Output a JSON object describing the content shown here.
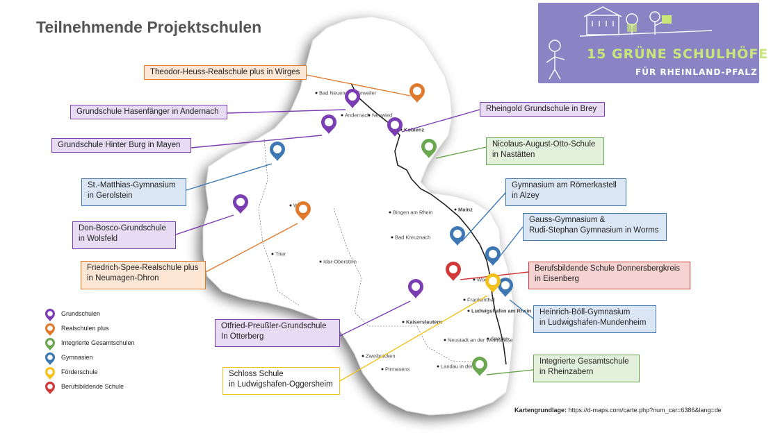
{
  "title": "Teilnehmende Projektschulen",
  "logo": {
    "line1": "15 GRÜNE SCHULHÖFE",
    "line2": "FÜR RHEINLAND-PFALZ"
  },
  "colors": {
    "Grundschule": "#7b3db3",
    "Realschule plus": "#e07b2e",
    "Integrierte Gesamtschule": "#6aa84f",
    "Gymnasium": "#3d78b5",
    "Förderschule": "#f2c21b",
    "Berufsbildende Schule": "#d23a3a"
  },
  "schools": [
    {
      "name": "Theodor-Heuss-Realschule plus in Wirges",
      "type": "Realschule plus"
    },
    {
      "name": "Grundschule Hasenfänger in Andernach",
      "type": "Grundschule"
    },
    {
      "name": "Rheingold Grundschule in Brey",
      "type": "Grundschule"
    },
    {
      "name": "Grundschule Hinter Burg in Mayen",
      "type": "Grundschule"
    },
    {
      "name": "Nicolaus-August-Otto-Schule in Nastätten",
      "type": "Integrierte Gesamtschule"
    },
    {
      "name": "St.-Matthias-Gymnasium in Gerolstein",
      "type": "Gymnasium"
    },
    {
      "name": "Gymnasium am Römerkastell in Alzey",
      "type": "Gymnasium"
    },
    {
      "name": "Gauss-Gymnasium & Rudi-Stephan Gymnasium in Worms",
      "type": "Gymnasium"
    },
    {
      "name": "Don-Bosco-Grundschule in Wolsfeld",
      "type": "Grundschule"
    },
    {
      "name": "Berufsbildende Schule Donnersbergkreis in Eisenberg",
      "type": "Berufsbildende Schule"
    },
    {
      "name": "Friedrich-Spee-Realschule plus in Neumagen-Dhron",
      "type": "Realschule plus"
    },
    {
      "name": "Heinrich-Böll-Gymnasium in Ludwigshafen-Mundenheim",
      "type": "Gymnasium"
    },
    {
      "name": "Otfried-Preußler-Grundschule In Otterberg",
      "type": "Grundschule"
    },
    {
      "name": "Integrierte Gesamtschule in Rheinzabern",
      "type": "Integrierte Gesamtschule"
    },
    {
      "name": "Schloss Schule in Ludwigshafen-Oggersheim",
      "type": "Förderschule"
    }
  ],
  "labels": {
    "wirges": [
      "Theodor-Heuss-Realschule plus in Wirges"
    ],
    "andernach": [
      "Grundschule Hasenfänger in Andernach"
    ],
    "brey": [
      "Rheingold Grundschule in Brey"
    ],
    "mayen": [
      "Grundschule Hinter Burg in Mayen"
    ],
    "nastaetten": [
      "Nicolaus-August-Otto-Schule",
      "in Nastätten"
    ],
    "gerolstein": [
      "St.-Matthias-Gymnasium",
      "in Gerolstein"
    ],
    "alzey": [
      "Gymnasium am Römerkastell",
      "in Alzey"
    ],
    "worms": [
      "Gauss-Gymnasium &",
      "Rudi-Stephan Gymnasium in Worms"
    ],
    "wolsfeld": [
      "Don-Bosco-Grundschule",
      "in Wolsfeld"
    ],
    "eisenberg": [
      "Berufsbildende Schule Donnersbergkreis",
      "in Eisenberg"
    ],
    "neumagen": [
      "Friedrich-Spee-Realschule plus",
      "in Neumagen-Dhron"
    ],
    "mundenheim": [
      "Heinrich-Böll-Gymnasium",
      "in Ludwigshafen-Mundenheim"
    ],
    "otterberg": [
      "Otfried-Preußler-Grundschule",
      "In Otterberg"
    ],
    "rheinzabern": [
      "Integrierte Gesamtschule",
      "in Rheinzabern"
    ],
    "oggersheim": [
      "Schloss Schule",
      "in Ludwigshafen-Oggersheim"
    ]
  },
  "cities": [
    "Bad Neuenahr-Ahrweiler",
    "Andernach",
    "Neuwied",
    "Koblenz",
    "Wittlich",
    "Bingen am Rhein",
    "Mainz",
    "Bad Kreuznach",
    "Trier",
    "Idar-Oberstein",
    "Worms",
    "Frankenthal",
    "Ludwigshafen am Rhein",
    "Kaiserslautern",
    "Speyer",
    "Neustadt an der Weinstraße",
    "Zweibrücken",
    "Pirmasens",
    "Landau in der Pfalz"
  ],
  "legend": [
    {
      "label": "Grundschulen",
      "color": "#7b3db3"
    },
    {
      "label": "Realschulen plus",
      "color": "#e07b2e"
    },
    {
      "label": "Integrierte Gesamtschulen",
      "color": "#6aa84f"
    },
    {
      "label": "Gymnasien",
      "color": "#3d78b5"
    },
    {
      "label": "Förderschule",
      "color": "#f2c21b"
    },
    {
      "label": "Berufsbildende Schule",
      "color": "#d23a3a"
    }
  ],
  "credit": {
    "label": "Kartengrundlage:",
    "url": "https://d-maps.com/carte.php?num_car=6386&lang=de"
  }
}
